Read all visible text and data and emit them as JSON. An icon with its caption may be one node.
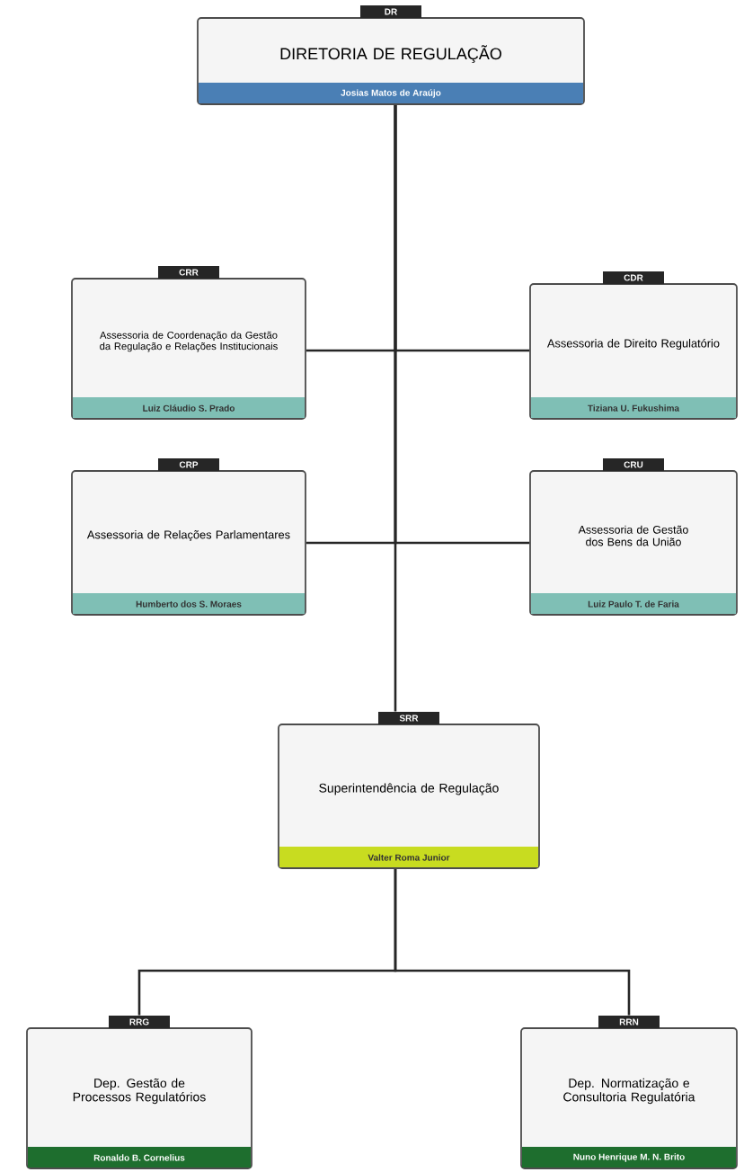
{
  "diagram": {
    "nodes": [
      {
        "text": [
          "DR",
          "DIRETORIA DE REGULAÇÃO",
          "Josias Matos de Araújo"
        ]
      },
      {
        "text": [
          "CRR",
          "Assessoria de Coordenação da Gestão da Regulação e Relações Institucionais",
          "Luiz Cláudio S. Prado"
        ]
      },
      {
        "text": [
          "CDR",
          "Assessoria de Direito Regulatório",
          "Tiziana U. Fukushima"
        ]
      },
      {
        "text": [
          "CRP",
          "Assessoria de Relações Parlamentares",
          "Humberto dos S. Moraes"
        ]
      },
      {
        "text": [
          "CRU",
          "Assessoria de Gestão dos Bens da União",
          "Luiz Paulo T. de Faria"
        ]
      },
      {
        "text": [
          "SRR",
          "Superintendência de Regulação",
          "Valter Roma Junior"
        ]
      },
      {
        "text": [
          "RRG",
          "Dep. Gestão de Processos Regulatórios",
          "Ronaldo B. Cornelius"
        ]
      },
      {
        "text": [
          "RRN",
          "Dep. Normatização e Consultoria Regulatória",
          "Nuno Henrique M. N. Brito"
        ]
      }
    ],
    "edges": [
      {
        "from": 0,
        "to": 1,
        "arrow": "none"
      },
      {
        "from": 0,
        "to": 2,
        "arrow": "none"
      },
      {
        "from": 0,
        "to": 3,
        "arrow": "none"
      },
      {
        "from": 0,
        "to": 4,
        "arrow": "none"
      },
      {
        "from": 0,
        "to": 5,
        "arrow": "none"
      },
      {
        "from": 5,
        "to": 6,
        "arrow": "none"
      },
      {
        "from": 5,
        "to": 7,
        "arrow": "none"
      }
    ]
  }
}
